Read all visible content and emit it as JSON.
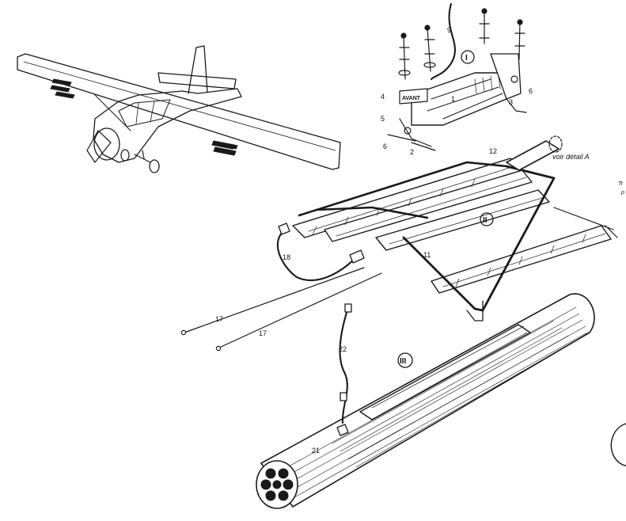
{
  "figure": {
    "roman_numerals": {
      "I": "I",
      "II": "II",
      "III": "III"
    },
    "detail_note": "voir détail A",
    "plate_text": "AVANT",
    "clipped_right_text": [
      "Tr",
      "p"
    ],
    "callouts": {
      "c1": "1",
      "c2": "2",
      "c3": "3",
      "c4": "4",
      "c5": "5",
      "c6a": "6",
      "c6b": "6",
      "c9": "9",
      "c11": "11",
      "c12": "12",
      "c17a": "17",
      "c17b": "17",
      "c18": "18",
      "c21": "21",
      "c22": "22"
    },
    "colors": {
      "ink": "#1a1a1a",
      "paper": "#ffffff"
    }
  }
}
